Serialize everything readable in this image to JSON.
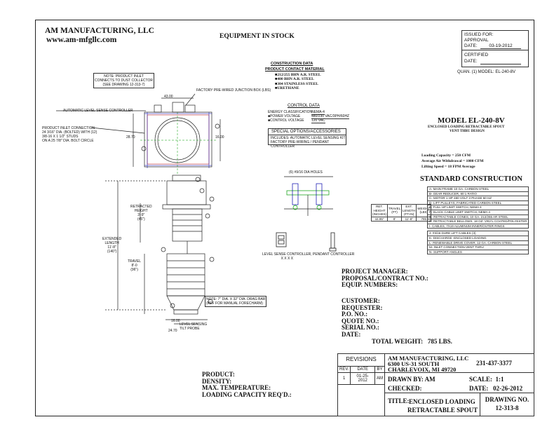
{
  "company": {
    "name": "AM MANUFACTURING, LLC",
    "website": "www.am-mfgllc.com"
  },
  "sheet_title": "EQUIPMENT IN STOCK",
  "issued": {
    "issued_for_label": "ISSUED FOR:",
    "approval_label": "APPROVAL",
    "date_label": "DATE:",
    "date_value": "03-19-2012",
    "certified_label": "CERTIFIED",
    "certified_date_label": "DATE:"
  },
  "quan_model": "QUAN. (1) MODEL: EL-240-8V",
  "construction": {
    "title": "CONSTRUCTION DATA",
    "subtitle": "PRODUCT CONTACT MATERIAL",
    "items": [
      "■212/255 BHN A.R. STEEL",
      "■400 BHN A.R. STEEL",
      "■304 STAINLESS STEEL",
      "■URETHANE"
    ]
  },
  "control": {
    "title": "CONTROL DATA",
    "rows": [
      {
        "label": "ENERGY CLASSIFICATION",
        "value": "NEMA-4"
      },
      {
        "label": "■POWER VOLTAGE",
        "value": "480/230 VAC/3PH/60HZ"
      },
      {
        "label": "■CONTROL VOLTAGE",
        "value": "120 VAC"
      }
    ]
  },
  "special": {
    "title": "SPECIAL OPTIONS/ACCESSORIES",
    "items": [
      "INCLUDES: AUTOMATIC LEVEL SENSING KIT",
      "FACTORY PRE-WIRING / PENDANT CONTROLLER"
    ]
  },
  "model": {
    "title": "MODEL EL-240-8V",
    "line1": "ENCLOSED LOADING RETRACTABLE SPOUT",
    "line2": "VENT THRU DESIGN"
  },
  "specs": {
    "loading_capacity": "Loading Capacity = 250 CFM",
    "air_withdrawal": "Average Air Withdrawal = 1000 CFM",
    "lifting_speed": "Lifting Speed = 18 FPM Average"
  },
  "standard": {
    "title": "STANDARD CONSTRUCTION",
    "items": [
      "A- MAIN FRAME 10 GA. CARBON STEEL",
      "B- GEAR REDUCER, 80:1 RATIO",
      "C- MOTOR 1 HP 480 VOLT 3 PHASE 60 HZ",
      "D- LIFT PULLEYS, FABRICATED CARBON STEEL",
      "E- FULL UP LIMIT SWITCH, NEMA 4",
      "F- SLACK CABLE LIMIT SWITCH, NEMA 4",
      "G- RETRACTABLE CONES, 10 GA. 212/255 AR STEEL",
      "H- RETRACTABLE BELLOWS, 18 OZ. VINYL COATED/POLYESTER",
      "I- CABLES, 7X19 ALUMINUM INNER/OUTER RINGS",
      "J- #3/16 DURE LIFT CABLES (3)",
      "K- DISCHARGE -ENCLOSED LOADING",
      "L- RENEWABLE DRIVE COVER, 12 GA. CARBON STEEL",
      "M- INLET CONNECTION-VENT THRU",
      "N- SUPPORT ANGLES"
    ]
  },
  "spec_table": {
    "headers": [
      "RET. HEIGHT (INCHES)",
      "TRAVEL (FT)",
      "EXT. LENGTH (FT-IN)",
      "WEIGHT (LBS)"
    ],
    "row": [
      "44.95\"",
      "8'",
      "11'-8\"",
      "785"
    ]
  },
  "drawing_labels": {
    "note_inlet": [
      "NOTE: PRODUCT INLET",
      "CONNECTS TO DUST COLLECTOR",
      "(SEE DRAWING 12-313-7)"
    ],
    "factory_box": "FACTORY PRE-WIRED JUNCTION BOX (LBS)",
    "auto_level": "AUTOMATIC LEVEL SENSE CONTROLLER",
    "inlet_conn": [
      "PRODUCT INLET CONNECTION",
      "24 3/16\" DIA. (BOLTED) WITH (12)",
      "3/8-16 X 1 1/2\" STUDS",
      "ON A 25 7/8\" DIA. BOLT CIRCLE"
    ],
    "retracted": [
      "RETRACTED",
      "HEIGHT",
      "3'-9\"",
      "(45\")"
    ],
    "extended": [
      "EXTENDED",
      "LENGTH",
      "11'-8\"",
      "(140\")"
    ],
    "travel": [
      "TRAVEL",
      "8'-0",
      "(96\")"
    ],
    "discharge_note": [
      "NOTE: 7\" DIA. X 32\" DIA. DRAG BAR",
      "(REF FOR MANUAL FORECHARM)"
    ],
    "level_probe": [
      "LEVEL SENSING",
      "TILT PROBE"
    ],
    "holes": "(6) #9/16 DIA HOLES",
    "level_ctrl": "LEVEL SENSE CONTROLLER,",
    "level_ctrl2": "X X X X",
    "pendant": "PENDANT CONTROLLER",
    "dim_2870": "28.70",
    "dim_1600": "16.00",
    "dim_2470": "24.70",
    "dim_4300": "43.00"
  },
  "project": {
    "manager": "PROJECT MANAGER:",
    "proposal": "PROPOSAL/CONTRACT NO.:",
    "equip": "EQUIP. NUMBERS:"
  },
  "customer": {
    "customer": "CUSTOMER:",
    "requester": "REQUESTER:",
    "po": "P.O. NO.:",
    "quote": "QUOTE NO.:",
    "serial": "SERIAL NO.:",
    "date": "DATE:"
  },
  "total_weight": "TOTAL WEIGHT:   785 LBS.",
  "product_info": {
    "product": "PRODUCT:",
    "density": "DENSITY:",
    "max_temp": "MAX. TEMPERATURE:",
    "capacity_req": "LOADING CAPACITY REQ'D.:"
  },
  "revisions": {
    "title": "REVISIONS",
    "headers": [
      "REV.",
      "DATE",
      "BY"
    ],
    "row": [
      "1",
      "01-25-2012",
      "AM"
    ]
  },
  "title_block": {
    "company": "AM MANUFACTURING, LLC",
    "address1": "6300 US-31 SOUTH",
    "address2": "CHARLEVOIX, MI 49720",
    "phone": "231-437-3377",
    "drawn_by": "DRAWN BY: AM",
    "scale": "SCALE:  1:1",
    "checked": "CHECKED:",
    "date": "DATE:   02-26-2012",
    "title_label": "TITLE:",
    "title_line1": "ENCLOSED LOADING",
    "title_line2": "RETRACTABLE SPOUT",
    "drawing_no_label": "DRAWING NO.",
    "drawing_no": "12-313-8"
  }
}
